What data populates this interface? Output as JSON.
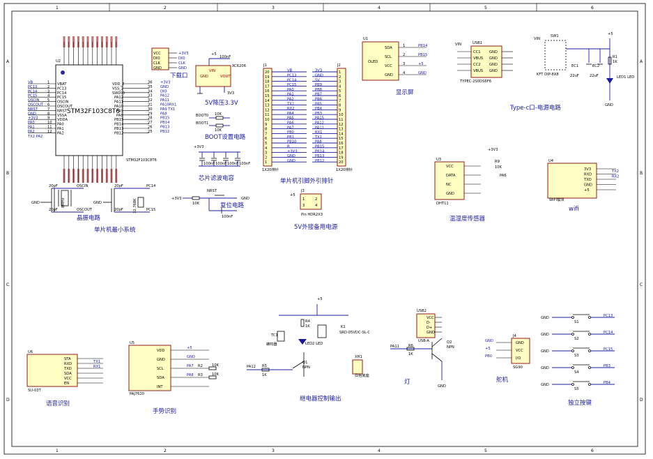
{
  "frame": {
    "cols": [
      "1",
      "2",
      "3",
      "4",
      "5",
      "6"
    ],
    "rows": [
      "A",
      "B",
      "C",
      "D"
    ]
  },
  "sections": {
    "mcu_system": "单片机最小系统",
    "crystal": "晶振电路",
    "download": "下载口",
    "ldo": "5V降压3.3V",
    "boot": "BOOT设置电路",
    "filter": "芯片滤波电容",
    "reset": "复位电路",
    "pinout": "单片机引脚外引排针",
    "ext5v": "5V外接备用电源",
    "oled": "显示屏",
    "typec": "Type-c口-电源电路",
    "dht": "温湿度传感器",
    "wifi": "wifi",
    "voice": "语音识别",
    "gesture": "手势识别",
    "relay": "继电器控制输出",
    "lamp": "灯",
    "servo": "舵机",
    "keys": "独立按键"
  },
  "u2": {
    "ref": "U2",
    "part": "STM32F103C8T6",
    "value": "STM32F103C8T6",
    "left_pins": [
      "VBAT",
      "PC13",
      "PC14",
      "PC15",
      "OSCIN",
      "OSCOUT",
      "NRST",
      "VSSA",
      "VDDA",
      "PA0",
      "PA1",
      "PA2"
    ],
    "left_nums": [
      "1",
      "2",
      "3",
      "4",
      "5",
      "6",
      "7",
      "8",
      "9",
      "10",
      "11",
      "12"
    ],
    "left_nets": [
      "VB",
      "PC13",
      "PC14",
      "PC15",
      "OSCIN",
      "OSCOUT",
      "NRST",
      "GND",
      "+3V3",
      "PA0",
      "PA1",
      "PA2"
    ],
    "right_pins": [
      "VDD_2",
      "VSS_2",
      "SWDIO",
      "PA12",
      "PA11",
      "PA10",
      "PA9",
      "PA8",
      "PB15",
      "PB14",
      "PB13",
      "PB12"
    ],
    "right_nums": [
      "36",
      "35",
      "34",
      "33",
      "32",
      "31",
      "30",
      "29",
      "28",
      "27",
      "26",
      "25"
    ],
    "right_nets": [
      "+3V3",
      "GND",
      "DIO",
      "PA12",
      "PA11",
      "PA10RX1",
      "PA9 TX1",
      "PA8",
      "PB15",
      "PB14",
      "PB13",
      "PB12"
    ],
    "extra": "TX2 PA2"
  },
  "swd": {
    "pins": [
      "VCC",
      "DIO",
      "CLK",
      "GND"
    ],
    "nets": [
      "+3V3",
      "DIO",
      "CLK",
      "GND"
    ]
  },
  "ldo": {
    "part": "XC6206",
    "gnd": "GND",
    "vin": "VIN",
    "vout": "VOUT",
    "out_net": "3V3",
    "in_net": "5V",
    "cap": "100nF"
  },
  "boot": {
    "nets": [
      "BOOT0",
      "BOOT1"
    ],
    "res": [
      "10K",
      "10K"
    ]
  },
  "filter": {
    "net": "+3V3",
    "caps": [
      "100nF",
      "100nF",
      "100nF",
      "100nF"
    ]
  },
  "crystal": {
    "caps": [
      "20pF",
      "20pF",
      "20pF",
      "20pF"
    ],
    "x1": "8MHz",
    "x2": "32.768K",
    "nets": [
      "OSCIN",
      "OSCOUT",
      "PC14",
      "PC15"
    ]
  },
  "reset": {
    "net": "NRST",
    "res": "10K",
    "cap": "100nF",
    "vcc": "+3V3"
  },
  "j1": {
    "ref": "J1",
    "label": "1X20排针",
    "nets": [
      "VB",
      "PC13",
      "PC14",
      "PC15",
      "PA0",
      "PA1",
      "PA2",
      "TX2",
      "RX2",
      "PA4",
      "PA5",
      "PA6",
      "PA7",
      "PB0",
      "PB1",
      "PB10",
      "R",
      "+3V3",
      "GND",
      "GND"
    ],
    "nums": [
      "20",
      "19",
      "18",
      "17",
      "16",
      "15",
      "14",
      "13",
      "12",
      "11",
      "10",
      "9",
      "8",
      "7",
      "6",
      "5",
      "4",
      "3",
      "2",
      "1"
    ]
  },
  "j2": {
    "ref": "J2",
    "label": "1X20排针",
    "nets": [
      "3V3",
      "GND",
      "5V",
      "PB9",
      "PB8",
      "PB7",
      "PB6",
      "PB5",
      "PB4",
      "PB3",
      "PA15",
      "PA12",
      "PA11",
      "RX1",
      "TX1",
      "PA8",
      "PB15",
      "PB14",
      "PB13",
      "PB12"
    ],
    "nums": [
      "1",
      "2",
      "3",
      "4",
      "5",
      "6",
      "7",
      "8",
      "9",
      "10",
      "11",
      "12",
      "13",
      "14",
      "15",
      "16",
      "17",
      "18",
      "19",
      "20"
    ]
  },
  "j3": {
    "ref": "J3",
    "part": "Pin HDR2X3",
    "net": "+5"
  },
  "oled": {
    "ref": "U1",
    "name": "OLED",
    "pins": [
      "SDA",
      "SCL",
      "VCC",
      "GND"
    ],
    "nets": [
      "PB14",
      "PB15",
      "+5",
      "GND"
    ]
  },
  "usb1": {
    "ref": "USB1",
    "pins_l": [
      "CC1",
      "VBUS",
      "CC2",
      "VBUS"
    ],
    "pins_r": [
      "GND",
      "GND",
      "GND",
      "GND"
    ],
    "part": "TYPEC-2S0DS6F6",
    "net": "VIN"
  },
  "sw1": {
    "ref": "SW1",
    "part": "KFT DIP-8X8",
    "net": "VIN",
    "ec1": "EC1",
    "ec2": "EC2",
    "cap1": "22uF",
    "cap2": "22uF",
    "r1": "R1",
    "r1v": "1K",
    "led": "LED1 LED",
    "vcc": "+5"
  },
  "u3": {
    "ref": "U3",
    "name": "DHT11",
    "pins": [
      "VCC",
      "DATA",
      "NC",
      "GND"
    ],
    "vcc": "+3V3",
    "r": "R9",
    "rv": "10K",
    "net": "PA6"
  },
  "u4": {
    "ref": "U4",
    "name": "WIFI模块",
    "pins": [
      "3V3",
      "RXD",
      "TXD",
      "GND",
      "+5"
    ],
    "nets": [
      "TX2",
      "RX2"
    ]
  },
  "u6": {
    "ref": "U6",
    "name": "SU-03T",
    "pins": [
      "STA",
      "RXD",
      "TXD",
      "SDA",
      "VCC",
      "EN"
    ],
    "nets": [
      "TX1",
      "RX1"
    ]
  },
  "u5": {
    "ref": "U5",
    "name": "PAJ7620",
    "pins": [
      "VDD",
      "GND",
      "SCL",
      "SDA",
      "INT"
    ],
    "nets": [
      "+5",
      "GND",
      "PA7",
      "PA8"
    ],
    "res": [
      "R2",
      "R3"
    ],
    "resv": [
      "10K",
      "10K"
    ]
  },
  "relay": {
    "vcc": "+5",
    "tc": "TC1",
    "tcname": "蜂鸣器",
    "r4": "R4",
    "r4v": "1K",
    "led": "LED2 LED",
    "q": "Q1",
    "qt": "NPN",
    "r5": "R5",
    "r5v": "1K",
    "net": "PA12",
    "k": "K1",
    "kpart": "SRD-05VDC-SL-C",
    "xh": "XH1",
    "xhlabel": "白色底座"
  },
  "lamp": {
    "usb": "USB2",
    "usbpart": "USB-A",
    "pins": [
      "VCC",
      "D-",
      "D+",
      "GND"
    ],
    "r6": "R6",
    "r6v": "1K",
    "net": "PA11",
    "q": "Q2",
    "qt": "NPN"
  },
  "servo": {
    "ref": "J4",
    "name": "SG90",
    "pins": [
      "GND",
      "VCC",
      "I/O"
    ],
    "nets": [
      "GND",
      "+5",
      "PB0"
    ]
  },
  "keys": {
    "items": [
      {
        "ref": "S1",
        "net": "PC13"
      },
      {
        "ref": "S2",
        "net": "PC14"
      },
      {
        "ref": "S3",
        "net": "PC15"
      },
      {
        "ref": "S4",
        "net": "PB3"
      },
      {
        "ref": "S5",
        "net": "PB4"
      }
    ],
    "gnd": "GND"
  }
}
